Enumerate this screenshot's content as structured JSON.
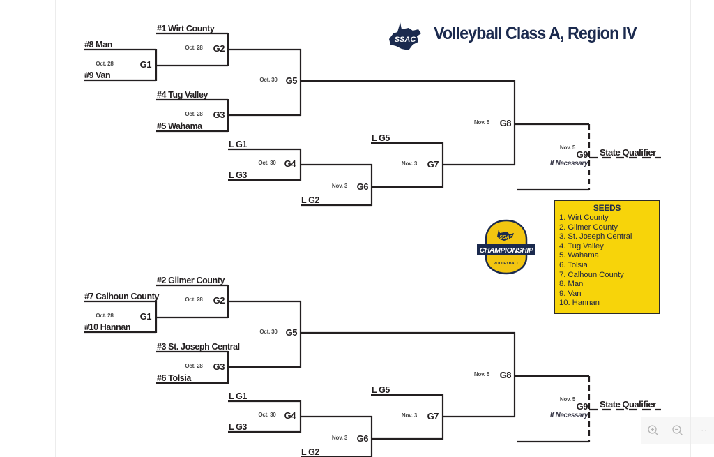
{
  "title": "Volleyball Class A, Region IV",
  "ssac_logo_text": "SSAC",
  "championship_logo": {
    "org": "SSAC",
    "banner": "CHAMPIONSHIP",
    "sport": "VOLLEYBALL"
  },
  "brackets": [
    {
      "teams": {
        "g1_top": "#8 Man",
        "g1_bottom": "#9 Van",
        "g2_top": "#1 Wirt County",
        "g3_top": "#4 Tug Valley",
        "g3_bottom": "#5 Wahama",
        "g4_top": "L G1",
        "g4_bottom": "L G3",
        "g6_bottom": "L G2",
        "g7_top": "L G5"
      },
      "games": [
        {
          "id": "G1",
          "date": "Oct. 28"
        },
        {
          "id": "G2",
          "date": "Oct. 28"
        },
        {
          "id": "G3",
          "date": "Oct. 28"
        },
        {
          "id": "G4",
          "date": "Oct. 30"
        },
        {
          "id": "G5",
          "date": "Oct. 30"
        },
        {
          "id": "G6",
          "date": "Nov. 3"
        },
        {
          "id": "G7",
          "date": "Nov. 3"
        },
        {
          "id": "G8",
          "date": "Nov. 5"
        },
        {
          "id": "G9",
          "date": "Nov. 5"
        }
      ],
      "if_necessary": "If Necessary",
      "state_qualifier": "State Qualifier"
    },
    {
      "teams": {
        "g1_top": "#7 Calhoun County",
        "g1_bottom": "#10 Hannan",
        "g2_top": "#2 Gilmer County",
        "g3_top": "#3 St. Joseph Central",
        "g3_bottom": "#6 Tolsia",
        "g4_top": "L G1",
        "g4_bottom": "L G3",
        "g6_bottom": "L G2",
        "g7_top": "L G5"
      },
      "games": [
        {
          "id": "G1",
          "date": "Oct. 28"
        },
        {
          "id": "G2",
          "date": "Oct. 28"
        },
        {
          "id": "G3",
          "date": "Oct. 28"
        },
        {
          "id": "G4",
          "date": "Oct. 30"
        },
        {
          "id": "G5",
          "date": "Oct. 30"
        },
        {
          "id": "G6",
          "date": "Nov. 3"
        },
        {
          "id": "G7",
          "date": "Nov. 3"
        },
        {
          "id": "G8",
          "date": "Nov. 5"
        },
        {
          "id": "G9",
          "date": "Nov. 5"
        }
      ],
      "if_necessary": "If Necessary",
      "state_qualifier": "State Qualifier"
    }
  ],
  "seeds": {
    "title": "SEEDS",
    "list": [
      "1. Wirt County",
      "2. Gilmer County",
      "3. St. Joseph Central",
      "4. Tug Valley",
      "5. Wahama",
      "6. Tolsia",
      "7. Calhoun County",
      "8. Man",
      "9. Van",
      "10. Hannan"
    ]
  },
  "toolbar": {
    "zoom_in_icon": "zoom-in-icon",
    "zoom_out_icon": "zoom-out-icon",
    "more_icon": "more-icon",
    "more_label": "···"
  },
  "colors": {
    "navy": "#1b2a4e",
    "seed_yellow": "#f7d40a",
    "line": "#231f20"
  }
}
